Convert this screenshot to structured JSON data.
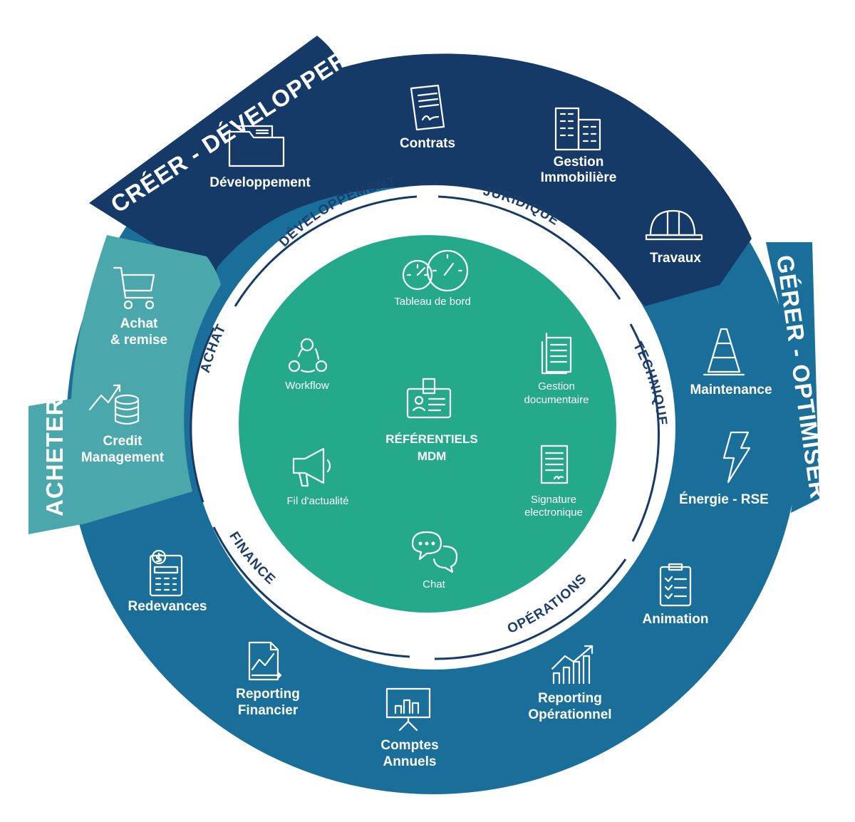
{
  "sections": {
    "creer": "CRÉER - DÉVELOPPER",
    "acheter": "ACHETER",
    "gerer": "GÉRER - OPTIMISER"
  },
  "ring": {
    "developpement": "DÉVELOPPEMENT",
    "juridique": "JURIDIQUE",
    "technique": "TECHNIQUE",
    "operations": "OPÉRATIONS",
    "finance": "FINANCE",
    "achat": "ACHAT"
  },
  "outer": {
    "developpement": "Développement",
    "contrats": "Contrats",
    "gestion_immo": [
      "Gestion",
      "Immobilière"
    ],
    "travaux": "Travaux",
    "achat_remise": [
      "Achat",
      "& remise"
    ],
    "credit": [
      "Credit",
      "Management"
    ],
    "maintenance": "Maintenance",
    "energie": "Énergie - RSE",
    "animation": "Animation",
    "reporting_op": [
      "Reporting",
      "Opérationnel"
    ],
    "comptes": [
      "Comptes",
      "Annuels"
    ],
    "reporting_fin": [
      "Reporting",
      "Financier"
    ],
    "redevances": "Redevances"
  },
  "center": {
    "title": [
      "RÉFÉRENTIELS",
      "MDM"
    ],
    "tableau": "Tableau de bord",
    "workflow": "Workflow",
    "gestion_doc": [
      "Gestion",
      "documentaire"
    ],
    "fil": "Fil d'actualité",
    "signature": [
      "Signature",
      "electronique"
    ],
    "chat": "Chat"
  },
  "colors": {
    "navy": "#163a68",
    "teal_light": "#4aa8ad",
    "blue": "#1a6f9a",
    "center_green": "#25a98b",
    "ring_text": "#1c3d6e"
  }
}
